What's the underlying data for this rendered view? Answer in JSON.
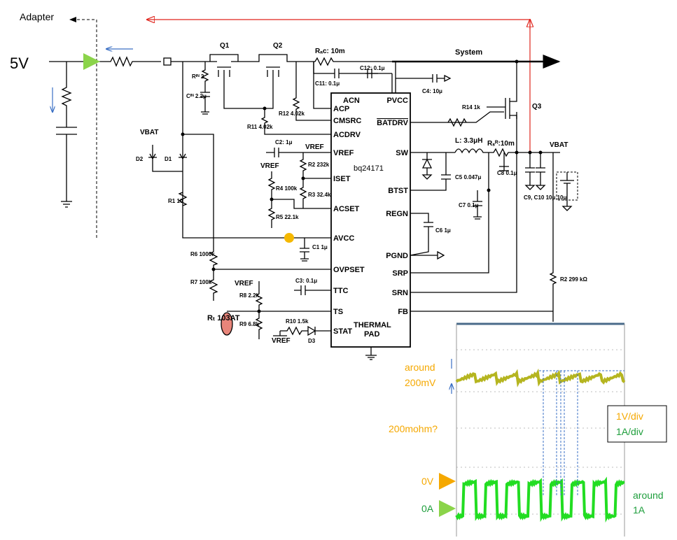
{
  "schematic": {
    "adapter_label": "Adapter",
    "input_voltage": "5V",
    "system_label": "System",
    "vbat_left": "VBAT",
    "vbat_right": "VBAT",
    "ic_name": "bq24171",
    "thermal_pad": "THERMAL\nPAD",
    "left_pins": [
      "ACN",
      "ACP",
      "CMSRC",
      "ACDRV",
      "VREF",
      "ISET",
      "ACSET",
      "AVCC",
      "OVPSET",
      "TTC",
      "TS",
      "STAT"
    ],
    "right_pins": [
      "PVCC",
      "BATDRV",
      "SW",
      "BTST",
      "REGN",
      "PGND",
      "SRP",
      "SRN",
      "FB"
    ],
    "components": {
      "q1": "Q1",
      "q2": "Q2",
      "q3": "Q3",
      "rac": "Rₐᴄ: 10m",
      "rin": "Rᴵᴺ 2",
      "cin": "Cᴵᴺ 2.2μ",
      "c11": "C11: 0.1μ",
      "c12": "C12: 0.1μ",
      "c4": "C4: 10μ",
      "r12": "R12 4.02k",
      "r11": "R11 4.02k",
      "r14": "R14 1k",
      "c2": "C2: 1μ",
      "vref_a": "VREF",
      "vref_b": "VREF",
      "vref_c": "VREF",
      "vref_d": "VREF",
      "r2": "R2 232k",
      "r3": "R3 32.4k",
      "r4": "R4 100k",
      "r5": "R5 22.1k",
      "l": "L: 3.3μH",
      "rsr": "Rₛᴿ:10m",
      "c5": "C5 0.047μ",
      "c7": "C7 0.1μ",
      "c8": "C8 0.1μ",
      "c9": "C9, C10 10μ 10μ",
      "c6": "C6 1μ",
      "c1": "C1 1μ",
      "d1": "D1",
      "d2": "D2",
      "r1": "R1 10",
      "r6": "R6 1000k",
      "r7": "R7 100k",
      "c3": "C3: 0.1μ",
      "r8": "R8 2.2k",
      "r9": "R9 6.8k",
      "rt": "Rₜ 103AT",
      "r10": "R10 1.5k",
      "d3": "D3",
      "r2b": "R2 299 kΩ"
    }
  },
  "scope": {
    "ripple_label_1": "around",
    "ripple_label_2": "200mV",
    "ohm_label": "200mohm?",
    "zero_v": "0V",
    "zero_a": "0A",
    "current_label_1": "around",
    "current_label_2": "1A",
    "scale_v": "1V/div",
    "scale_a": "1A/div"
  },
  "colors": {
    "voltage_trace": "#b5b520",
    "current_trace": "#22dd22",
    "annotation_orange": "#f5a800",
    "annotation_green": "#1e9e3c",
    "red_arrow": "#e0241c",
    "blue_arrow": "#3a6fc4",
    "highlight_dot": "#f5b800"
  }
}
